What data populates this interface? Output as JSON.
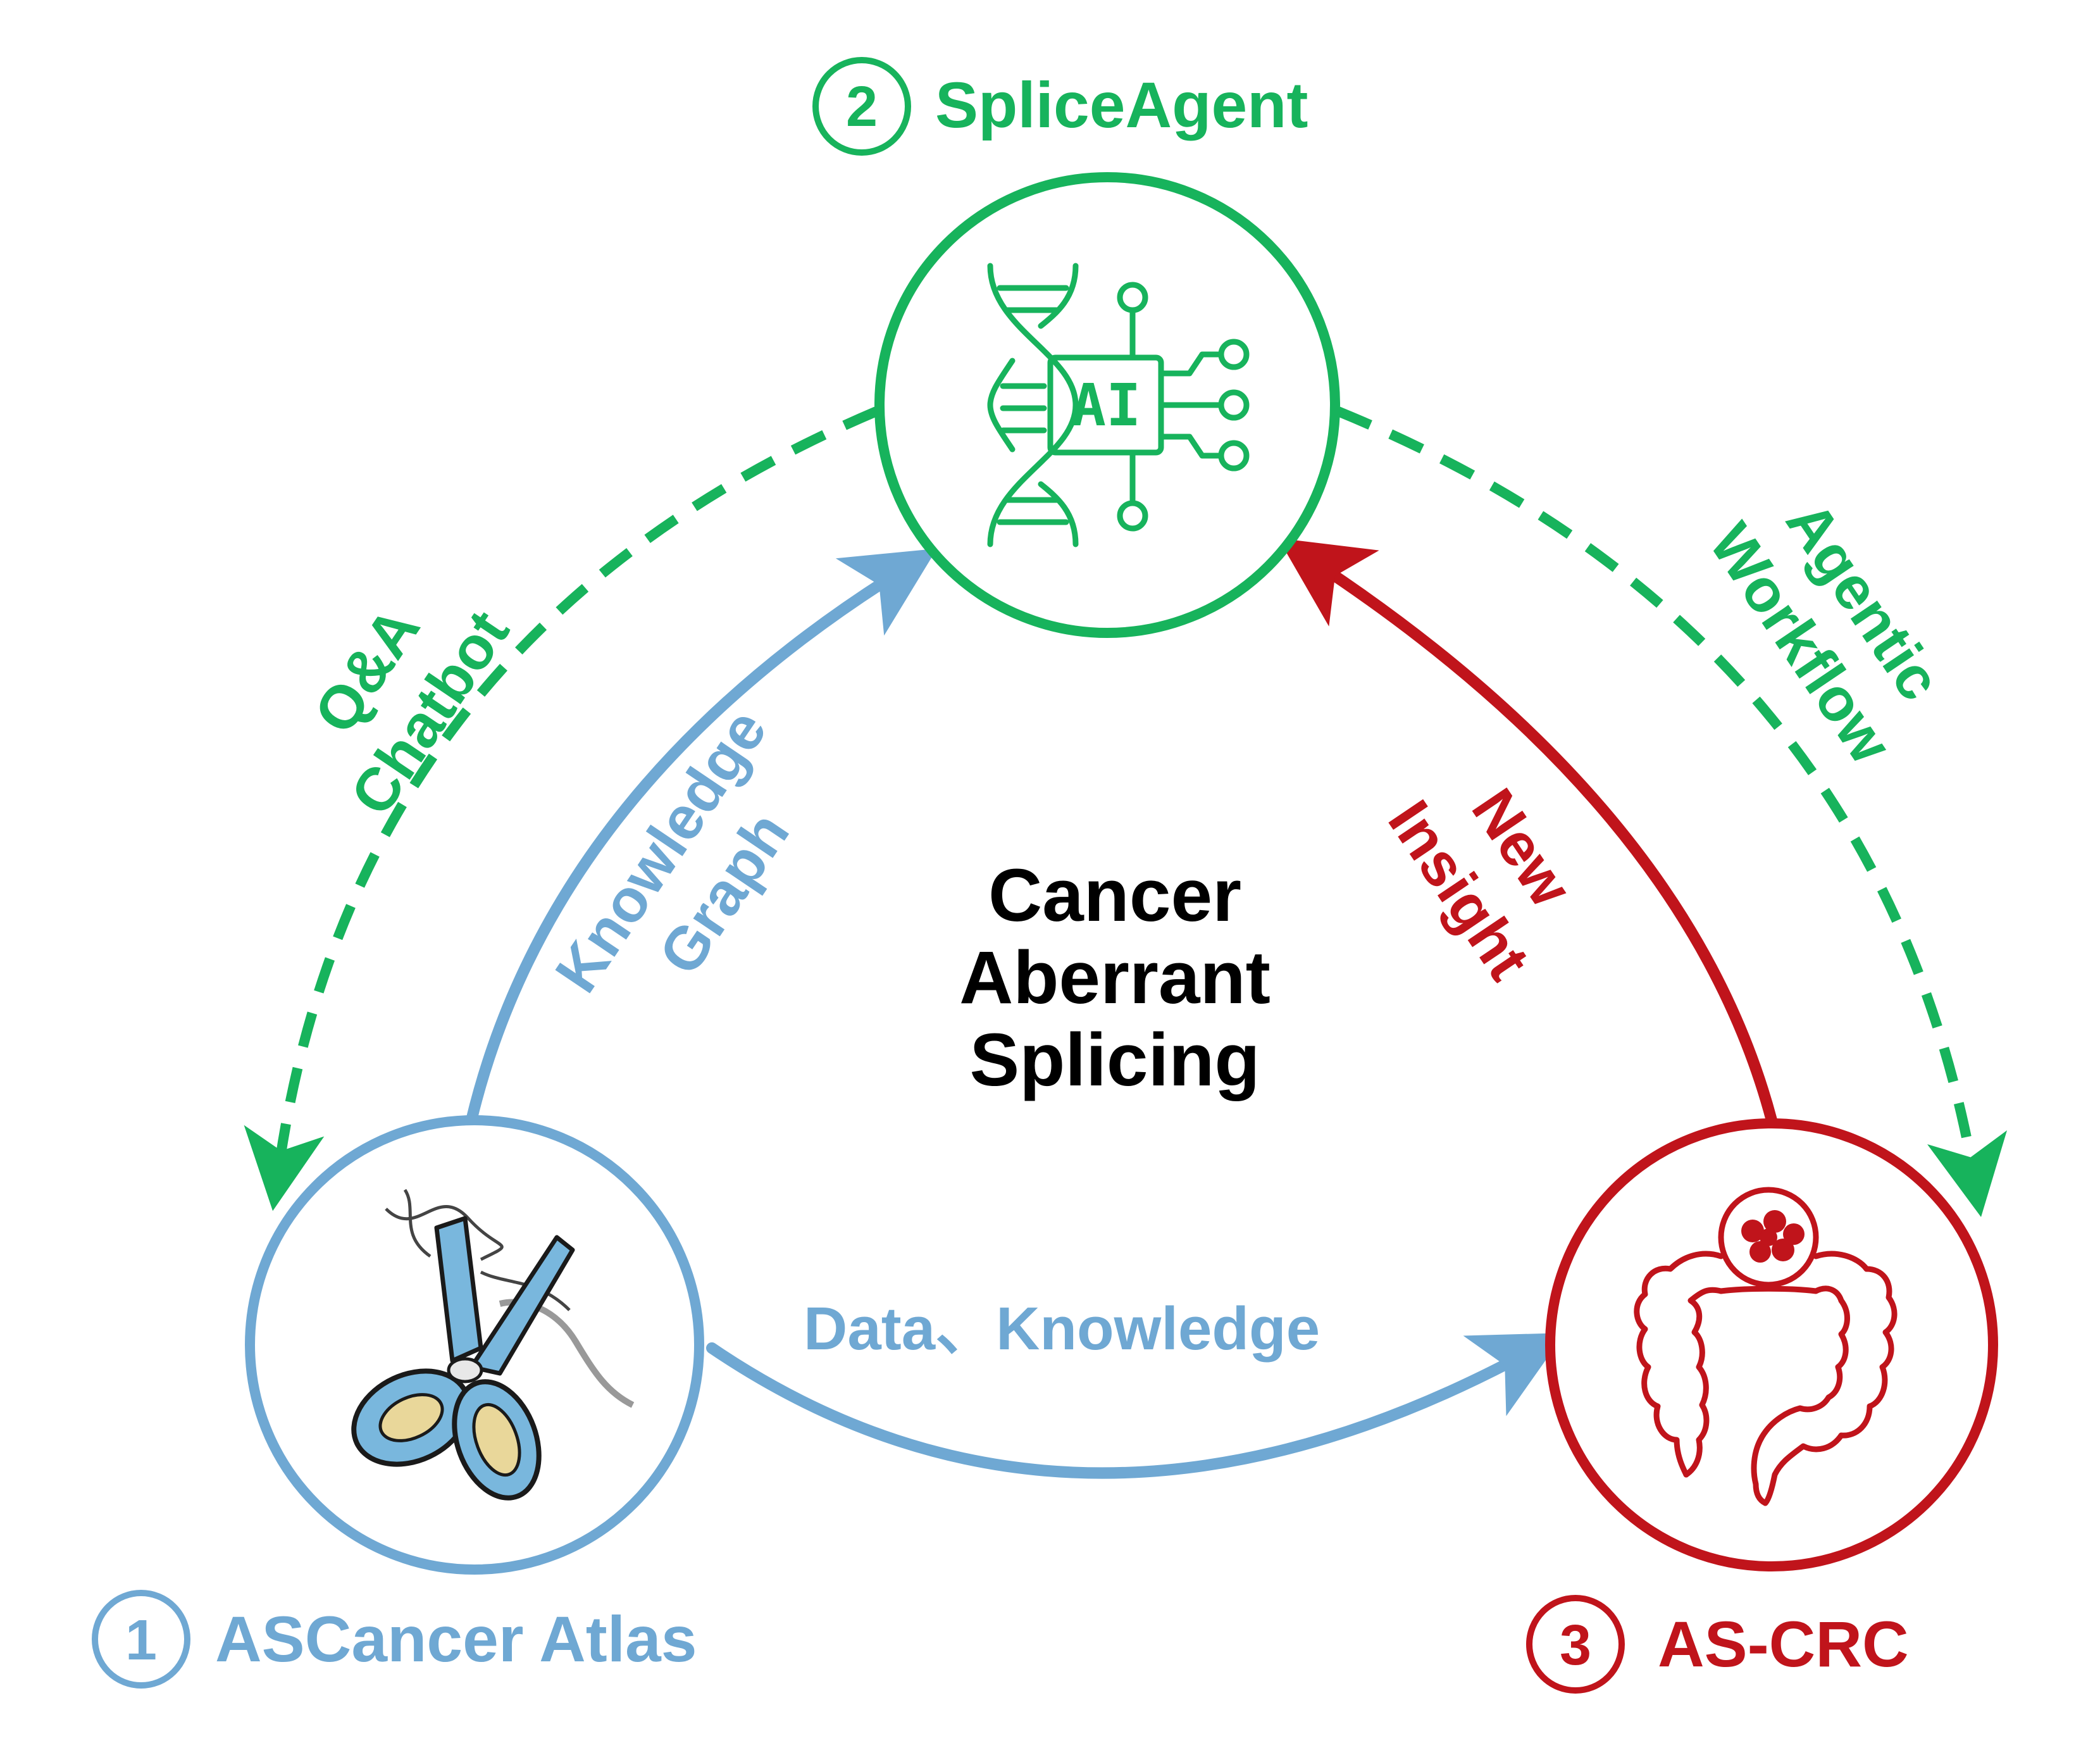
{
  "colors": {
    "blue": "#6fa8d3",
    "green": "#17b35c",
    "red": "#c0141b",
    "black": "#000000",
    "scissors_fill": "#79b7dd",
    "scissors_ring": "#e9d79a"
  },
  "center": {
    "line1": "Cancer",
    "line2": "Aberrant",
    "line3": "Splicing"
  },
  "nodes": {
    "splice_agent": {
      "number": "2",
      "title": "SpliceAgent",
      "chip_label": "AI",
      "icon": "dna-ai-chip-icon"
    },
    "ascancer_atlas": {
      "number": "1",
      "title": "ASCancer Atlas",
      "icon": "scissors-icon"
    },
    "as_crc": {
      "number": "3",
      "title": "AS-CRC",
      "icon": "colon-tumor-icon"
    }
  },
  "edges": {
    "qa_chatbot": {
      "line1": "Q&A",
      "line2": "Chatbot"
    },
    "agentic_workflow": {
      "line1": "Agentic",
      "line2": "Workflow"
    },
    "knowledge_graph": {
      "line1": "Knowledge",
      "line2": "Graph"
    },
    "new_insight": {
      "line1": "New",
      "line2": "Insight"
    },
    "data_knowledge": {
      "label": "Data、Knowledge"
    }
  }
}
